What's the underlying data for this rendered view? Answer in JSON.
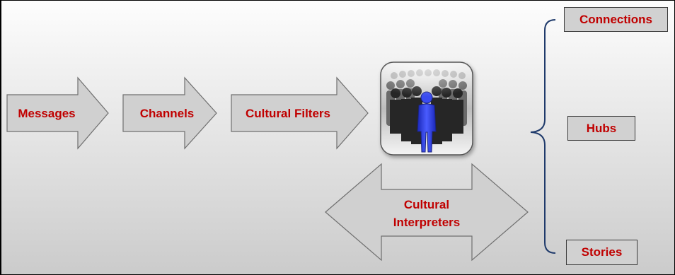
{
  "colors": {
    "background_top": "#fdfdfd",
    "background_bottom": "#cbcbcb",
    "arrow_fill": "#d0d0d0",
    "arrow_stroke": "#6f6f6f",
    "label_text": "#c00000",
    "brace": "#1f3a6b",
    "person_highlight": "#2f3fe0",
    "crowd": "#2a2a2a"
  },
  "flow": {
    "messages": "Messages",
    "channels": "Channels",
    "filters": "Cultural Filters"
  },
  "interpreters": {
    "line1": "Cultural",
    "line2": "Interpreters"
  },
  "crowd_icon": "crowd-person-icon",
  "outcomes": {
    "connections": "Connections",
    "hubs": "Hubs",
    "stories": "Stories"
  }
}
